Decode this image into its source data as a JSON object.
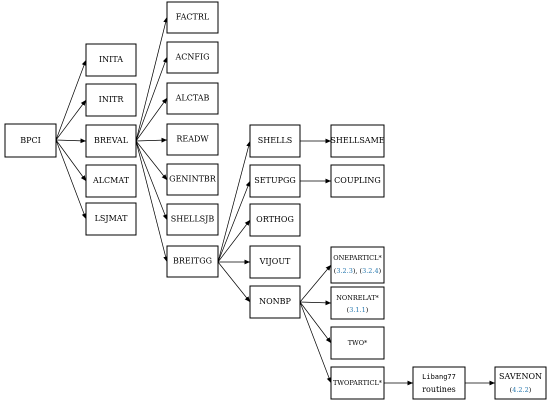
{
  "colors": {
    "box_border": "#000000",
    "reference_link": "#2a7ab0",
    "arrow": "#000000"
  },
  "nodes": {
    "bpci": {
      "label": "BPCI"
    },
    "inita": {
      "label": "INITA"
    },
    "initr": {
      "label": "INITR"
    },
    "breval": {
      "label": "BREVAL"
    },
    "alcmat": {
      "label": "ALCMAT"
    },
    "lsjmat": {
      "label": "LSJMAT"
    },
    "factrl": {
      "label": "FACTRL"
    },
    "acnfig": {
      "label": "ACNFIG"
    },
    "alctab": {
      "label": "ALCTAB"
    },
    "readw": {
      "label": "READW"
    },
    "genintbr": {
      "label": "GENINTBR"
    },
    "shellsjb": {
      "label": "SHELLSJB"
    },
    "breitgg": {
      "label": "BREITGG"
    },
    "shells": {
      "label": "SHELLS"
    },
    "setupgg": {
      "label": "SETUPGG"
    },
    "orthog": {
      "label": "ORTHOG"
    },
    "vijout": {
      "label": "VIJOUT"
    },
    "nonbp": {
      "label": "NONBP"
    },
    "shellsame": {
      "label": "SHELLSAME"
    },
    "coupling": {
      "label": "COUPLING"
    },
    "oneparticl": {
      "label": "ONEPARTICL*",
      "ref_a": "3.2.3",
      "ref_b": "3.2.4"
    },
    "nonrelat": {
      "label": "NONRELAT*",
      "ref": "3.1.1"
    },
    "two": {
      "label": "TWO*"
    },
    "twoparticl": {
      "label": "TWOPARTICL*"
    },
    "libang": {
      "label_line1": "Libang77",
      "label_line2": "routines"
    },
    "savenon": {
      "label": "SAVENON",
      "ref": "4.2.2"
    }
  },
  "punctuation": {
    "open": "(",
    "close": ")",
    "sep": "), ("
  }
}
